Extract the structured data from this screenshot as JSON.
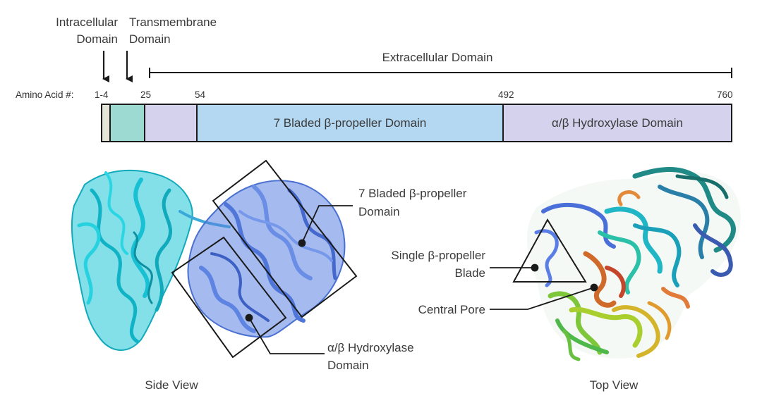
{
  "domain_labels": {
    "intracellular": [
      "Intracellular",
      "Domain"
    ],
    "transmembrane": [
      "Transmembrane",
      "Domain"
    ],
    "extracellular": "Extracellular Domain"
  },
  "sequence_bar": {
    "amino_acid_label": "Amino Acid #:",
    "positions": [
      "1-4",
      "25",
      "54",
      "492",
      "760"
    ],
    "segments": [
      {
        "label": "",
        "color": "#e4e4d8"
      },
      {
        "label": "",
        "color": "#9cdad2"
      },
      {
        "label": "",
        "color": "#d4d2ec"
      },
      {
        "label": "7 Bladed β-propeller Domain",
        "color": "#b4d8f2"
      },
      {
        "label": "α/β Hydroxylase Domain",
        "color": "#d4d2ec"
      }
    ]
  },
  "side_view": {
    "caption": "Side View",
    "callout_propeller": [
      "7 Bladed β-propeller",
      "Domain"
    ],
    "callout_hydrolase": [
      "α/β Hydroxylase",
      "Domain"
    ]
  },
  "top_view": {
    "caption": "Top View",
    "callout_blade": [
      "Single β-propeller",
      "Blade"
    ],
    "callout_pore": "Central Pore"
  },
  "colors": {
    "cyan_chain": "#1ec8d8",
    "blue_chain": "#5b82e0",
    "outline": "#1a1a1a"
  }
}
